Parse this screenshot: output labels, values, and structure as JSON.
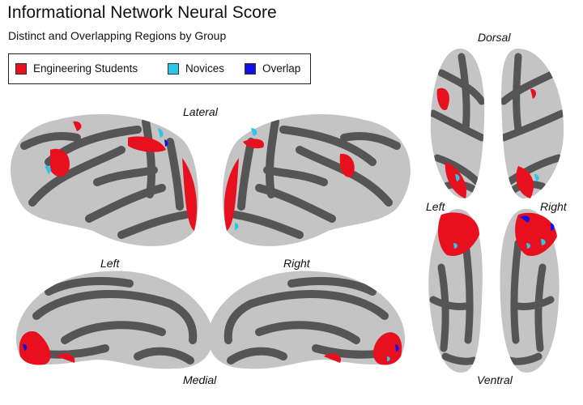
{
  "title": "Informational Network Neural Score",
  "subtitle": "Distinct and Overlapping Regions by Group",
  "legend": {
    "items": [
      {
        "label": "Engineering Students",
        "color": "#e8101e"
      },
      {
        "label": "Novices",
        "color": "#2cc6e8"
      },
      {
        "label": "Overlap",
        "color": "#1010e6"
      }
    ]
  },
  "views": {
    "lateral": "Lateral",
    "medial": "Medial",
    "dorsal": "Dorsal",
    "ventral": "Ventral",
    "left": "Left",
    "right": "Right"
  },
  "colors": {
    "cortex_light": "#c4c4c4",
    "cortex_dark": "#555555"
  }
}
